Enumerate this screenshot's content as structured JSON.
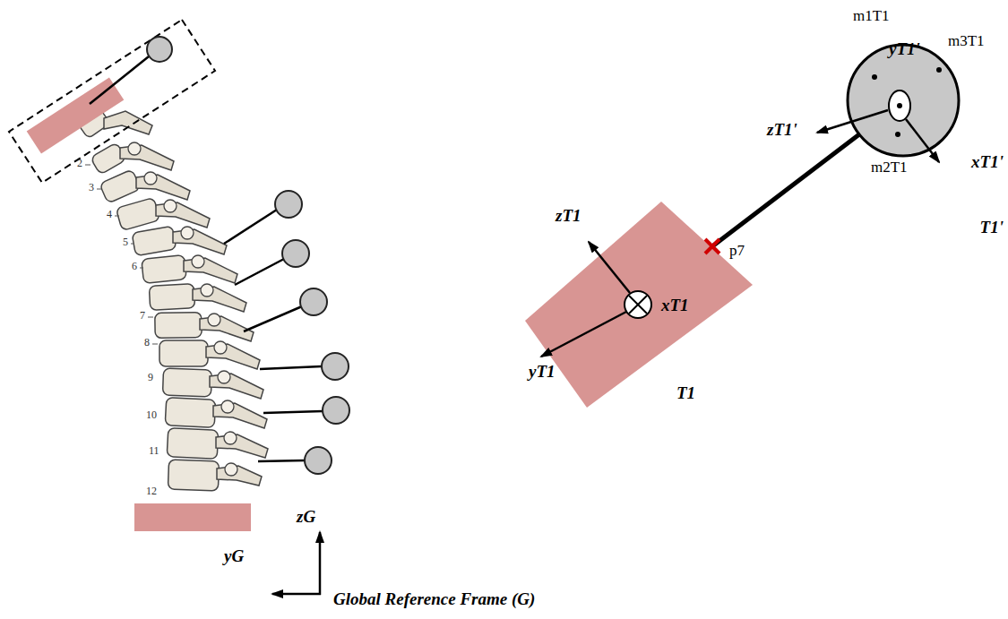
{
  "diagram": {
    "labels": [
      "2",
      "3",
      "4",
      "5",
      "6",
      "7",
      "8",
      "9",
      "10",
      "11",
      "12",
      "zG",
      "yG",
      "Global Reference Frame (G)",
      "m1T1",
      "yT1'",
      "m3T1",
      "zT1'",
      "m2T1",
      "xT1'",
      "T1'",
      "zT1",
      "p7",
      "xT1",
      "yT1",
      "T1"
    ]
  }
}
